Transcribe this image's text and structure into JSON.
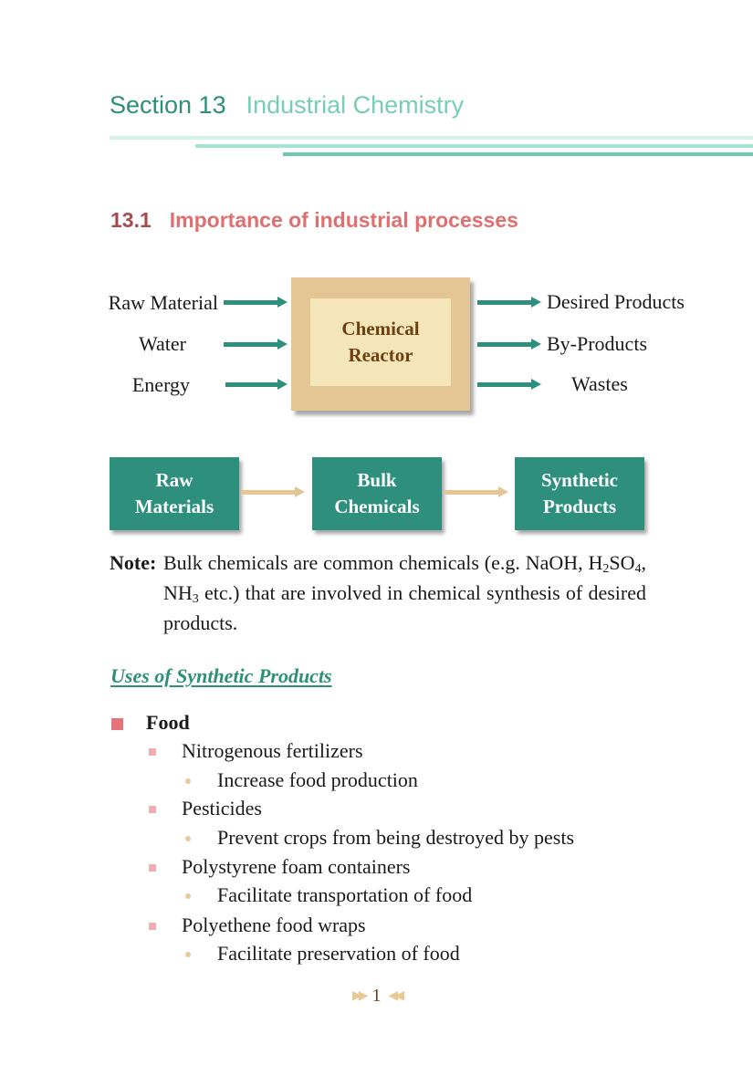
{
  "section": {
    "number": "Section 13",
    "title": "Industrial Chemistry"
  },
  "subsection": {
    "number": "13.1",
    "title": "Importance of industrial processes"
  },
  "reactor_diagram": {
    "inputs": [
      "Raw Material",
      "Water",
      "Energy"
    ],
    "reactor_line1": "Chemical",
    "reactor_line2": "Reactor",
    "outputs": [
      "Desired Products",
      "By-Products",
      "Wastes"
    ]
  },
  "flow_diagram": {
    "boxes": [
      {
        "line1": "Raw",
        "line2": "Materials"
      },
      {
        "line1": "Bulk",
        "line2": "Chemicals"
      },
      {
        "line1": "Synthetic",
        "line2": "Products"
      }
    ]
  },
  "note": {
    "label": "Note:",
    "text_a": "Bulk chemicals are common chemicals (e.g. NaOH, H",
    "sub_a": "2",
    "text_b": "SO",
    "sub_b": "4",
    "text_c": ", NH",
    "sub_c": "3",
    "text_d": " etc.) that are involved in chemical synthesis of desired products."
  },
  "uses": {
    "heading": "Uses of Synthetic Products",
    "category": "Food",
    "items": [
      {
        "label": "Nitrogenous fertilizers",
        "detail": "Increase food production"
      },
      {
        "label": "Pesticides",
        "detail": "Prevent crops from being destroyed by pests"
      },
      {
        "label": "Polystyrene foam containers",
        "detail": "Facilitate transportation of food"
      },
      {
        "label": "Polyethene food wraps",
        "detail": "Facilitate preservation of food"
      }
    ]
  },
  "footer": {
    "page_number": "1",
    "left_marker": "▶▶",
    "right_marker": "◀◀"
  },
  "colors": {
    "section_number": "#2e8f78",
    "section_title": "#77cdb5",
    "subsection_number": "#a84a4e",
    "subsection_title": "#e0706f",
    "teal_box": "#2f8f7d",
    "reactor_outer": "#e4c594",
    "reactor_inner": "#f5e6b9"
  }
}
